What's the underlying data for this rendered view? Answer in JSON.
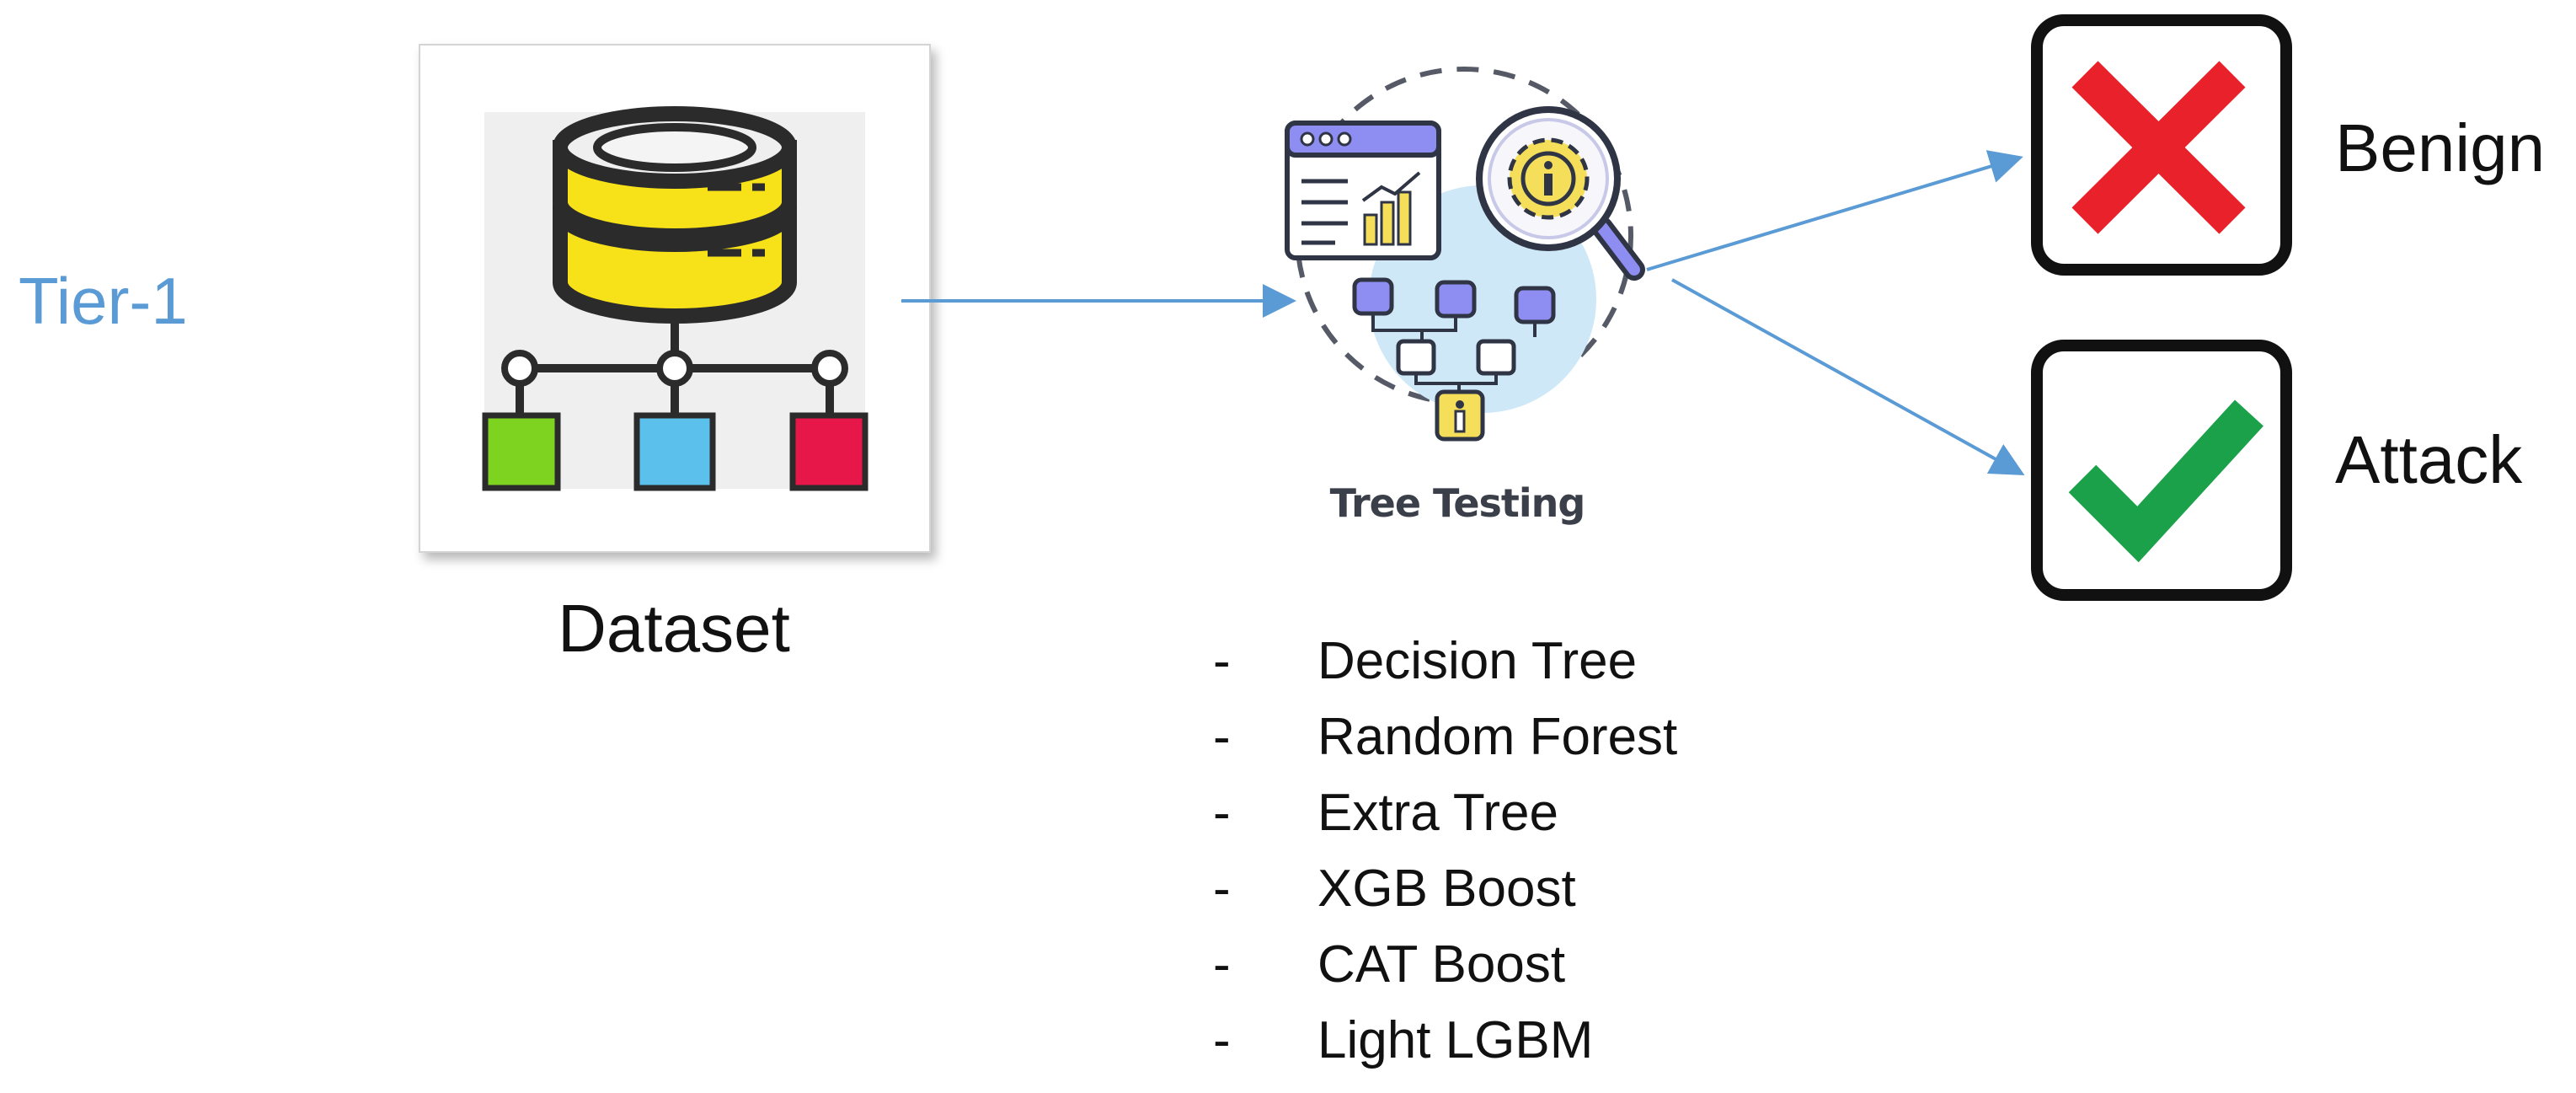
{
  "tier": {
    "label": "Tier-1"
  },
  "dataset": {
    "caption": "Dataset",
    "icon": "database-icon"
  },
  "model": {
    "caption": "Tree Testing",
    "icon": "tree-testing-icon",
    "algorithms": [
      {
        "bullet": "-",
        "name": "Decision Tree"
      },
      {
        "bullet": "-",
        "name": "Random Forest"
      },
      {
        "bullet": "-",
        "name": "Extra Tree"
      },
      {
        "bullet": "-",
        "name": "XGB Boost"
      },
      {
        "bullet": "-",
        "name": "CAT Boost"
      },
      {
        "bullet": "-",
        "name": "Light LGBM"
      }
    ]
  },
  "outputs": {
    "benign": {
      "label": "Benign",
      "icon": "cross-icon",
      "color": "#e8212a"
    },
    "attack": {
      "label": "Attack",
      "icon": "check-icon",
      "color": "#1aa14a"
    }
  },
  "colors": {
    "tier": "#5b9bd5",
    "arrow": "#5b9bd5",
    "db_yellow": "#f7e21a",
    "db_dark": "#2b2b2b",
    "node_green": "#7ed321",
    "node_blue": "#5bc0eb",
    "node_red": "#e8174a"
  }
}
